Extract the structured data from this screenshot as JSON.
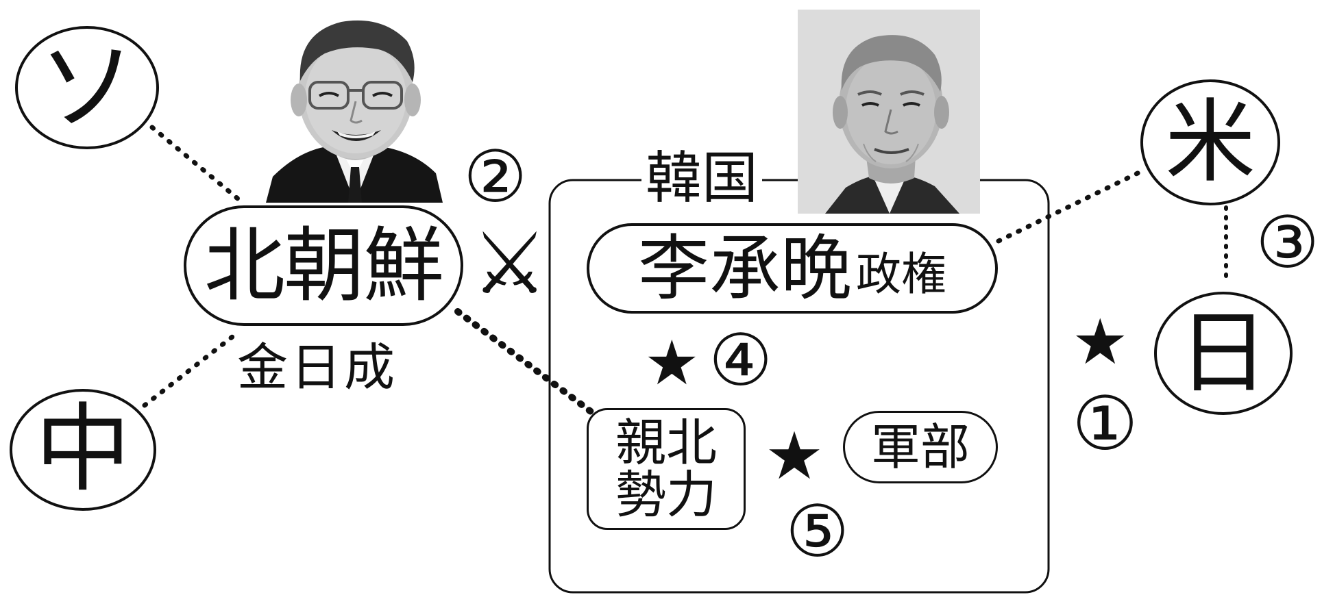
{
  "nodes": {
    "soviet": "ソ",
    "china": "中",
    "usa": "米",
    "japan": "日",
    "north_korea": "北朝鮮",
    "kim_label": "金日成",
    "south_korea_label": "韓国",
    "rhee_regime_main": "李承晩",
    "rhee_regime_suffix": "政権",
    "pro_north_line1": "親北",
    "pro_north_line2": "勢力",
    "military": "軍部"
  },
  "markers": {
    "m1": "①",
    "m2": "②",
    "m3": "③",
    "m4": "④",
    "m5": "⑤"
  },
  "symbols": {
    "conflict": "⚔",
    "star": "★"
  },
  "colors": {
    "ink": "#111111",
    "background": "#ffffff"
  },
  "icons": {
    "conflict": "crossed-swords-icon",
    "star": "star-icon"
  }
}
